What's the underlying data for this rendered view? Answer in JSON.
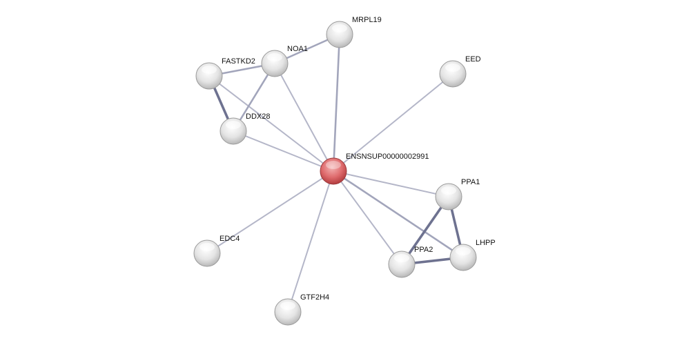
{
  "network": {
    "query_node": "ENSNSUP00000002991",
    "nodes": [
      {
        "id": "ENSNSUP00000002991",
        "label": "ENSNSUP00000002991",
        "color": "#d9595c",
        "query": true
      },
      {
        "id": "MRPL19",
        "label": "MRPL19",
        "color": "#e8e8e8"
      },
      {
        "id": "NOA1",
        "label": "NOA1",
        "color": "#e8e8e8"
      },
      {
        "id": "FASTKD2",
        "label": "FASTKD2",
        "color": "#e8e8e8"
      },
      {
        "id": "DDX28",
        "label": "DDX28",
        "color": "#e8e8e8"
      },
      {
        "id": "EED",
        "label": "EED",
        "color": "#e8e8e8"
      },
      {
        "id": "PPA1",
        "label": "PPA1",
        "color": "#e8e8e8"
      },
      {
        "id": "LHPP",
        "label": "LHPP",
        "color": "#e8e8e8"
      },
      {
        "id": "PPA2",
        "label": "PPA2",
        "color": "#e8e8e8"
      },
      {
        "id": "EDC4",
        "label": "EDC4",
        "color": "#e8e8e8"
      },
      {
        "id": "GTF2H4",
        "label": "GTF2H4",
        "color": "#e8e8e8"
      }
    ],
    "edges": [
      {
        "source": "ENSNSUP00000002991",
        "target": "MRPL19",
        "strength": 2
      },
      {
        "source": "ENSNSUP00000002991",
        "target": "NOA1",
        "strength": 1
      },
      {
        "source": "ENSNSUP00000002991",
        "target": "FASTKD2",
        "strength": 1
      },
      {
        "source": "ENSNSUP00000002991",
        "target": "DDX28",
        "strength": 1
      },
      {
        "source": "ENSNSUP00000002991",
        "target": "EED",
        "strength": 1
      },
      {
        "source": "ENSNSUP00000002991",
        "target": "PPA1",
        "strength": 1
      },
      {
        "source": "ENSNSUP00000002991",
        "target": "LHPP",
        "strength": 2
      },
      {
        "source": "ENSNSUP00000002991",
        "target": "PPA2",
        "strength": 1
      },
      {
        "source": "ENSNSUP00000002991",
        "target": "EDC4",
        "strength": 1
      },
      {
        "source": "ENSNSUP00000002991",
        "target": "GTF2H4",
        "strength": 1
      },
      {
        "source": "FASTKD2",
        "target": "NOA1",
        "strength": 2
      },
      {
        "source": "FASTKD2",
        "target": "DDX28",
        "strength": 3
      },
      {
        "source": "NOA1",
        "target": "DDX28",
        "strength": 2
      },
      {
        "source": "NOA1",
        "target": "MRPL19",
        "strength": 2
      },
      {
        "source": "PPA1",
        "target": "PPA2",
        "strength": 3
      },
      {
        "source": "PPA1",
        "target": "LHPP",
        "strength": 3
      },
      {
        "source": "PPA2",
        "target": "LHPP",
        "strength": 3
      }
    ]
  }
}
